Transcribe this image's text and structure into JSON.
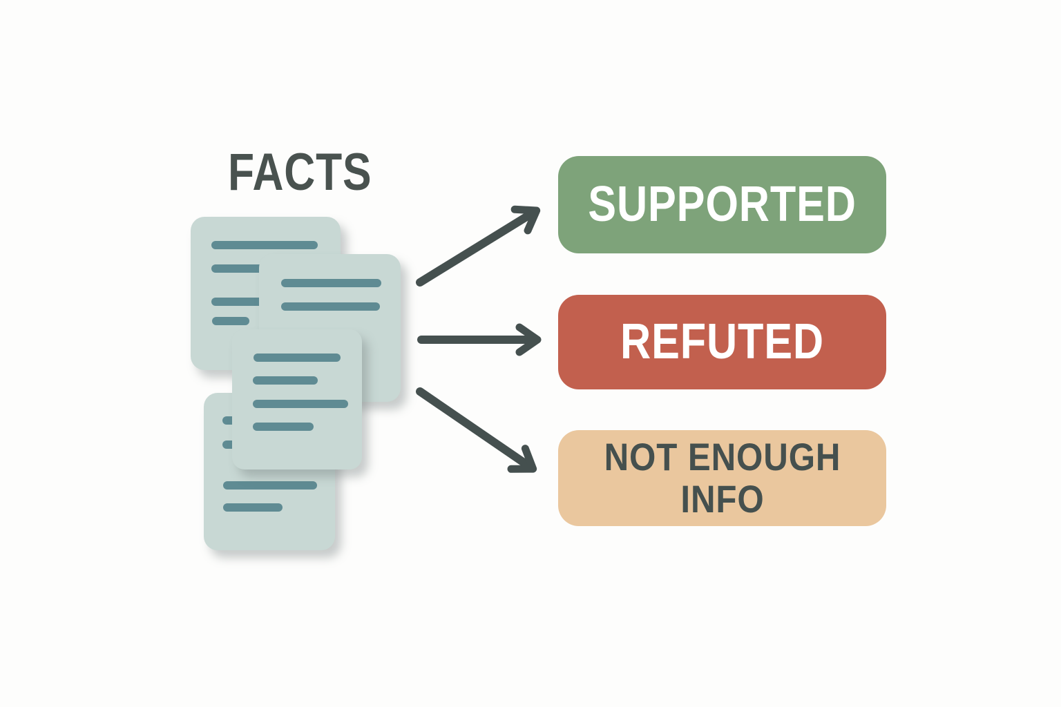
{
  "page": {
    "background_color": "#fdfdfc"
  },
  "source": {
    "title": "FACTS",
    "title_color": "#49524F",
    "document_count": 4
  },
  "document_icon": {
    "card_color": "#C8D8D4",
    "line_color": "#5F8B93"
  },
  "arrows": {
    "color": "#45504F",
    "count": 3,
    "targets": [
      "supported",
      "refuted",
      "not-enough-info"
    ]
  },
  "categories": [
    {
      "id": "supported",
      "label": "SUPPORTED",
      "box_color": "#7EA37A",
      "label_color": "#FFFFFF"
    },
    {
      "id": "refuted",
      "label": "REFUTED",
      "box_color": "#C2604E",
      "label_color": "#FFFFFF"
    },
    {
      "id": "not-enough-info",
      "label": "NOT ENOUGH INFO",
      "box_color": "#EAC79E",
      "label_color": "#45504E"
    }
  ]
}
